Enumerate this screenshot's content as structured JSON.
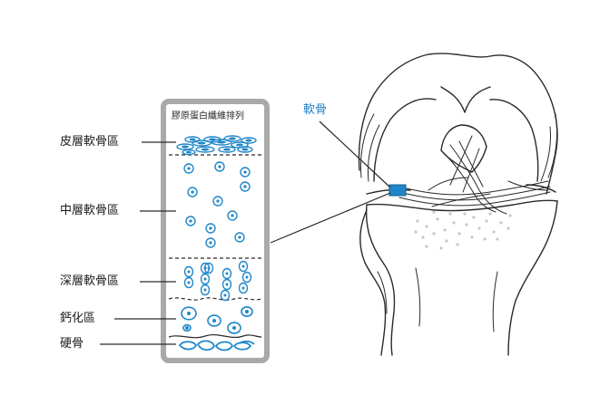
{
  "panel": {
    "title": "膠原蛋白纖維排列",
    "zones": [
      {
        "label": "皮層軟骨區"
      },
      {
        "label": "中層軟骨區"
      },
      {
        "label": "深層軟骨區"
      },
      {
        "label": "鈣化區"
      },
      {
        "label": "硬骨"
      }
    ]
  },
  "knee": {
    "cartilage_label": "軟骨"
  },
  "colors": {
    "cell_blue": "#1f86c8",
    "cartilage_highlight": "#1f86c8",
    "panel_border": "#a9a9a9",
    "line": "#2a2a2a"
  }
}
